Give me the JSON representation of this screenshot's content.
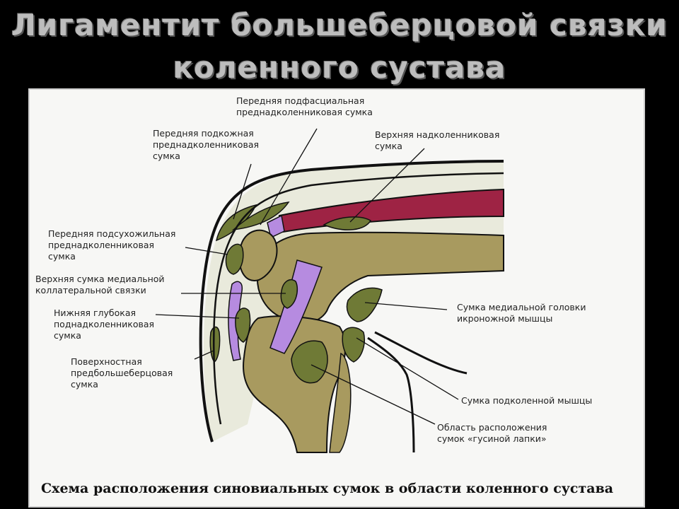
{
  "title": {
    "line1": "Лигаментит большеберцовой связки",
    "line2": "коленного сустава"
  },
  "labels": {
    "anterior_subfascial": "Передняя подфасциальная\nпреднадколенниковая сумка",
    "anterior_subcutaneous": "Передняя подкожная\nпреднадколенниковая\nсумка",
    "superior_suprapatellar": "Верхняя надколенниковая\nсумка",
    "anterior_subtendinous": "Передняя подсухожильная\nпреднадколенниковая\nсумка",
    "medial_collateral": "Верхняя сумка медиальной\nколлатеральной связки",
    "deep_infrapatellar": "Нижняя глубокая\nподнадколенниковая\nсумка",
    "superficial_pretibial": "Поверхностная\nпредбольшеберцовая\nсумка",
    "medial_gastrocnemius": "Сумка медиальной головки\nикроножной мышцы",
    "popliteus": "Сумка подколенной мышцы",
    "pes_anserinus": "Область расположения\nсумок «гусиной лапки»"
  },
  "caption": "Схема расположения синовиальных сумок в области коленного сустава",
  "colors": {
    "bone": "#a89a5f",
    "bursa": "#6f7a36",
    "muscle": "#9e2344",
    "ligament": "#b68be0",
    "tissue": "#e9eadc",
    "outline": "#111111"
  }
}
